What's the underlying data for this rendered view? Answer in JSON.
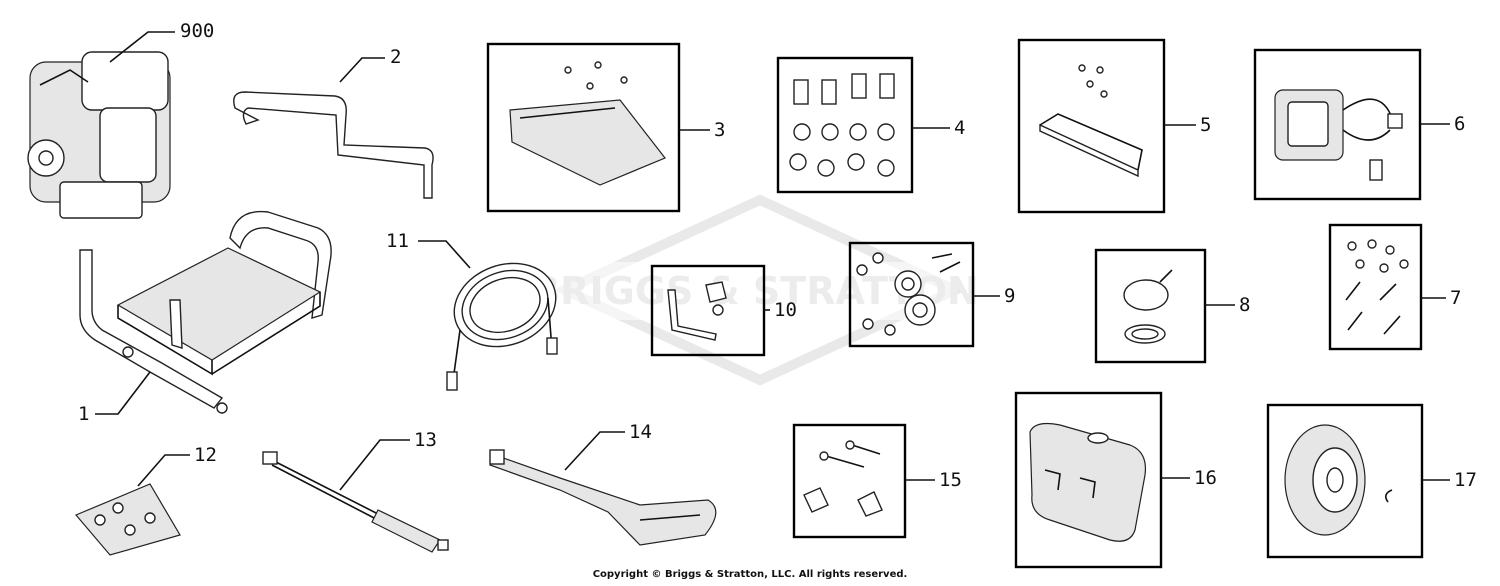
{
  "watermark": {
    "text": "BRIGGS & STRATTON"
  },
  "callouts": {
    "c900": "900",
    "c1": "1",
    "c2": "2",
    "c3": "3",
    "c4": "4",
    "c5": "5",
    "c6": "6",
    "c7": "7",
    "c8": "8",
    "c9": "9",
    "c10": "10",
    "c11": "11",
    "c12": "12",
    "c13": "13",
    "c14": "14",
    "c15": "15",
    "c16": "16",
    "c17": "17"
  },
  "copyright": "Copyright © Briggs & Stratton, LLC. All rights reserved."
}
